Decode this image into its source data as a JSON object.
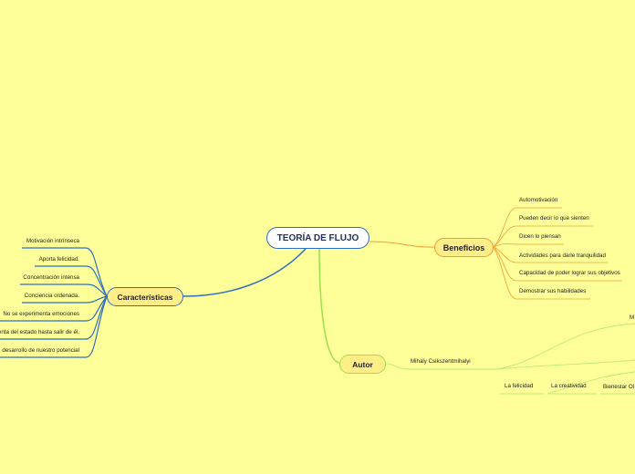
{
  "root": {
    "label": "TEORÍA DE FLUJO"
  },
  "colors": {
    "background": "#ffff99",
    "root_border": "#2f6fbf",
    "beneficios_line": "#f39c34",
    "caracteristicas_line": "#2f6fbf",
    "autor_line": "#9ae04a"
  },
  "beneficios": {
    "label": "Beneficios",
    "items": [
      "Automotivación",
      "Pueden decir lo que sienten",
      "Dicen lo piensan",
      "Actividades para darle tranquilidad",
      "Capacidad de poder lograr sus objetivos",
      "Demostrar sus habilidades"
    ]
  },
  "caracteristicas": {
    "label": "Características",
    "items": [
      "Motivación intrínseca",
      "Aporta felicidad.",
      "Concentración intensa",
      "Conciencia ordenada.",
      "No se experimenta emociones",
      "enta del estado hasta salir de él.",
      "desarrollo de nuestro potencial"
    ]
  },
  "autor": {
    "label": "Autor",
    "name": "Mihaly Csikszentmihalyi",
    "cut_label": "M",
    "sub_items": [
      "La felicidad",
      "La creatividad",
      "Bienestar Ol"
    ]
  }
}
